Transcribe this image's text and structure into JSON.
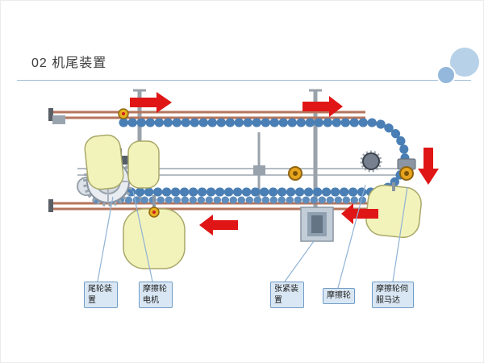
{
  "slide": {
    "title": "02 机尾装置"
  },
  "labels": {
    "tail_wheel": "尾轮装置",
    "friction_wheel_motor": "摩擦轮电机",
    "tension_device": "张紧装置",
    "friction_wheel": "摩擦轮",
    "friction_wheel_servo": "摩擦轮伺服马达"
  },
  "arrows": {
    "directions": [
      "right",
      "right",
      "down",
      "left",
      "left"
    ],
    "color": "#e01616"
  },
  "colors": {
    "divider": "#9fbcd6",
    "callout_fill": "#d9e7f4",
    "callout_border": "#6f9cc6",
    "chain_blue": "#4a7fb5",
    "rail_brown": "#b5755c",
    "pod_yellow": "#f2f2bb",
    "logo_light": "#b7d1e8",
    "logo_dark": "#93b8db"
  }
}
